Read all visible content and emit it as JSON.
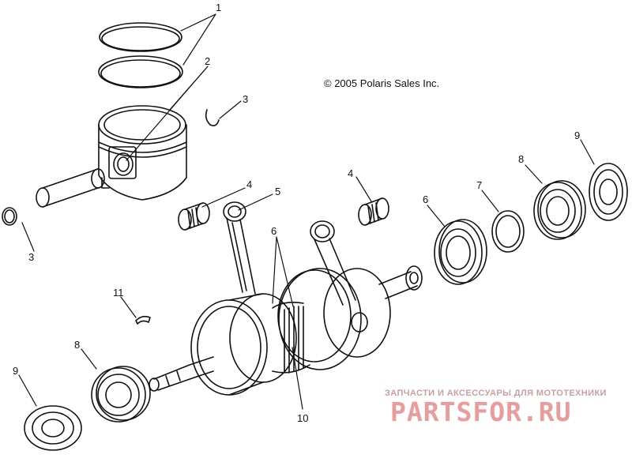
{
  "copyright": "© 2005 Polaris Sales Inc.",
  "watermark": {
    "tagline": "ЗАПЧАСТИ И АКСЕССУАРЫ ДЛЯ МОТОТЕХНИКИ",
    "logo": "PARTSFOR.RU",
    "color": "#ea9c9c"
  },
  "callouts": {
    "rings": "1",
    "piston": "2",
    "circlip_top": "3",
    "circlip_left": "3",
    "needle_bearing_left": "4",
    "needle_bearing_right": "4",
    "connecting_rod": "5",
    "bearing_6_label": "6",
    "bearing_6_right": "6",
    "shim_washer": "7",
    "seal_right": "8",
    "seal_left": "8",
    "cover_right": "9",
    "cover_left": "9",
    "crankshaft": "10",
    "woodruff_key": "11"
  }
}
